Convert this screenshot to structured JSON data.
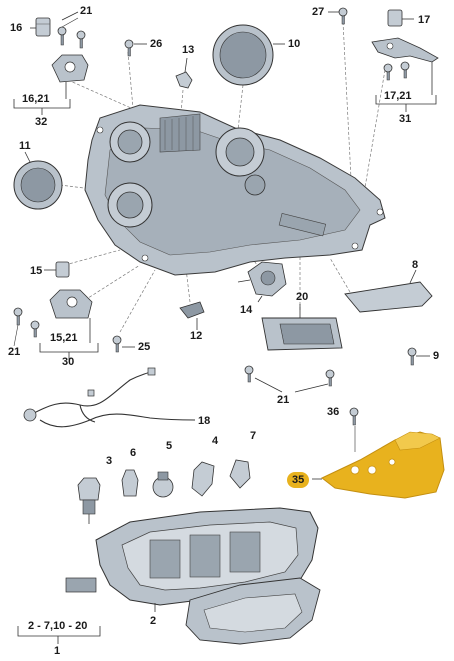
{
  "labels": {
    "l1": "1",
    "l2": "2",
    "l2_7_10_20": "2 - 7,10 - 20",
    "l3": "3",
    "l4": "4",
    "l5": "5",
    "l6": "6",
    "l7": "7",
    "l8": "8",
    "l9": "9",
    "l10": "10",
    "l11": "11",
    "l12": "12",
    "l13": "13",
    "l14": "14",
    "l15": "15",
    "l15_21": "15,21",
    "l16": "16",
    "l16_21": "16,21",
    "l17": "17",
    "l17_21": "17,21",
    "l18": "18",
    "l20": "20",
    "l21_top": "21",
    "l21_left": "21",
    "l21_mid": "21",
    "l25": "25",
    "l26": "26",
    "l27": "27",
    "l30": "30",
    "l31": "31",
    "l32": "32",
    "l35": "35",
    "l36": "36"
  },
  "colors": {
    "part_fill": "#b9c2cb",
    "part_dark": "#8d98a3",
    "line": "#3a3a3a",
    "highlight": "#e8b21e",
    "highlight_dark": "#c48f10"
  }
}
